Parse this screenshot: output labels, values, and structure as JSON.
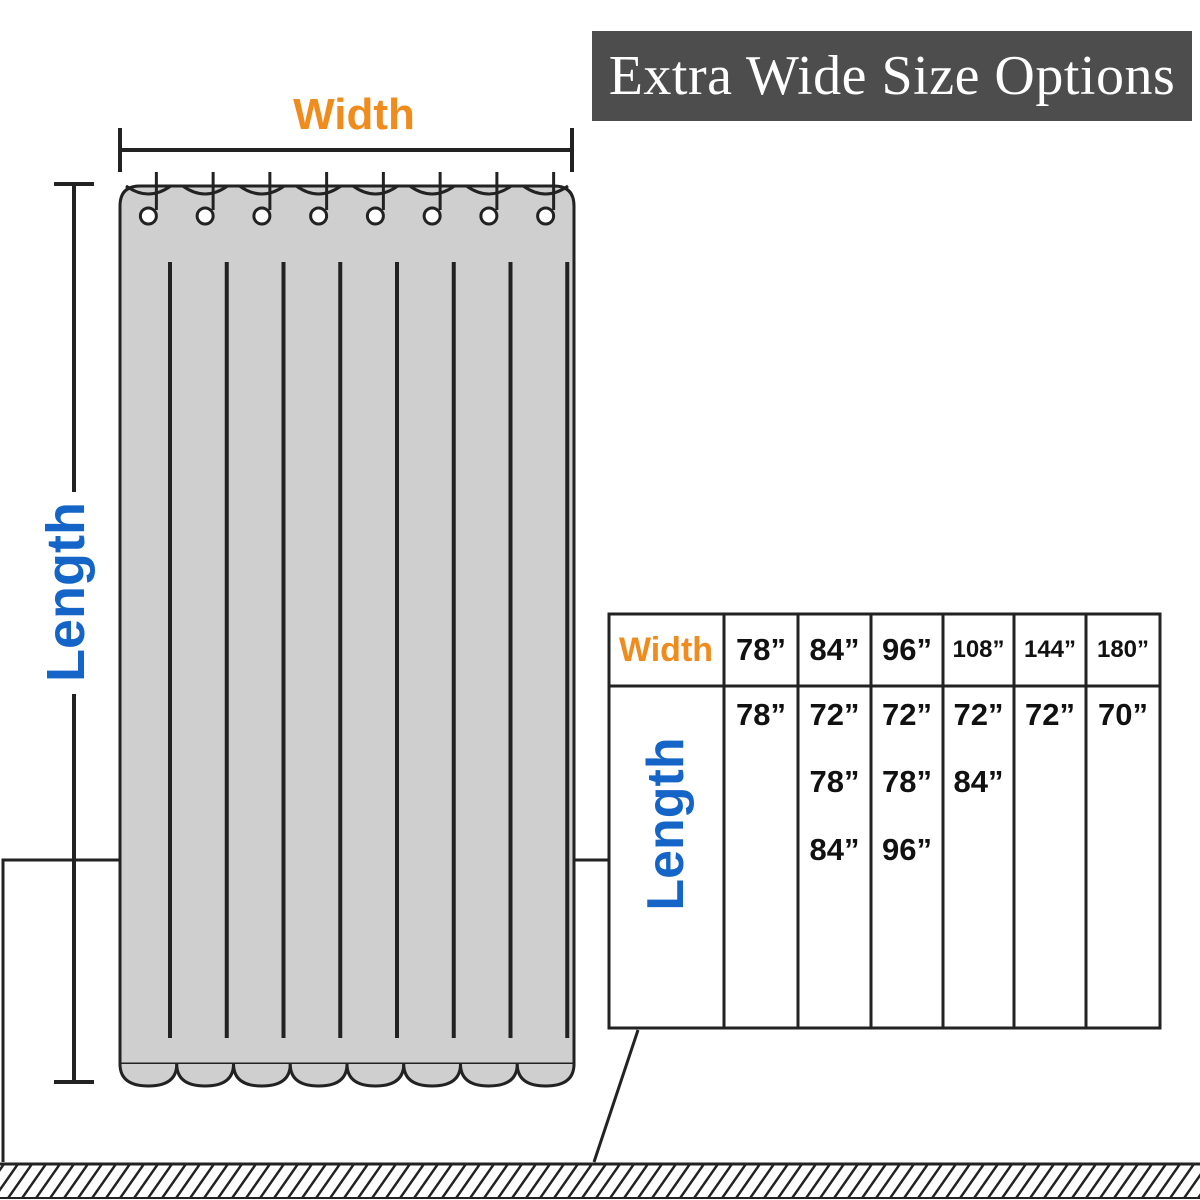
{
  "title": "Extra Wide Size Options",
  "diagram": {
    "width_label": "Width",
    "length_label": "Length",
    "grommet_count": 8,
    "pleat_line_count": 8
  },
  "size_table": {
    "width_header": "Width",
    "length_header": "Length",
    "columns": [
      {
        "width": "78”",
        "lengths": [
          "78”"
        ]
      },
      {
        "width": "84”",
        "lengths": [
          "72”",
          "78”",
          "84”"
        ]
      },
      {
        "width": "96”",
        "lengths": [
          "72”",
          "78”",
          "96”"
        ]
      },
      {
        "width": "108”",
        "lengths": [
          "72”",
          "84”"
        ]
      },
      {
        "width": "144”",
        "lengths": [
          "72”"
        ]
      },
      {
        "width": "180”",
        "lengths": [
          "70”"
        ]
      }
    ]
  },
  "colors": {
    "width_label": "#f08c1e",
    "length_label": "#1565c8",
    "curtain_fill": "#cfcfcf",
    "outline": "#222222",
    "title_bg": "#4d4d4d",
    "title_text": "#ffffff"
  }
}
